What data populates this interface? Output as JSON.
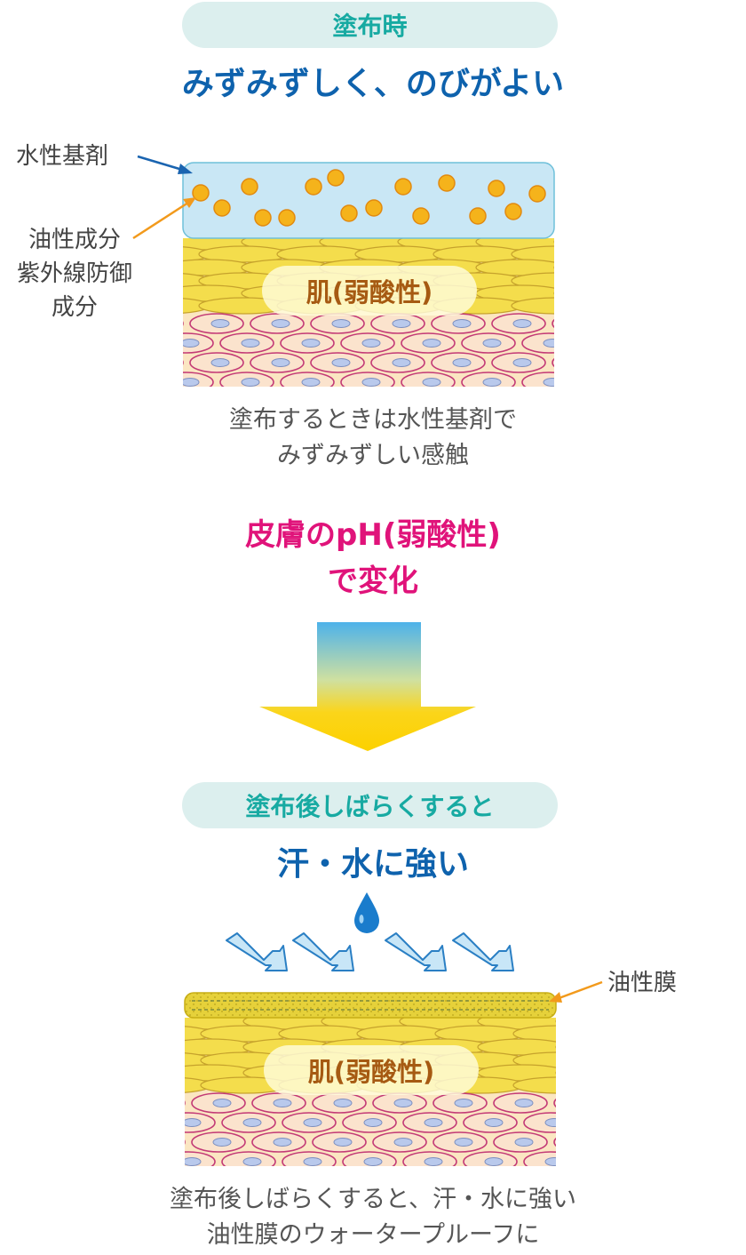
{
  "top": {
    "pill": "塗布時",
    "headline": "みずみずしく、のびがよい",
    "label_water": "水性基剤",
    "label_oil": [
      "油性成分",
      "紫外線防御",
      "成分"
    ],
    "skin_label": "肌(弱酸性)",
    "caption": [
      "塗布するときは水性基剤で",
      "みずみずしい感触"
    ]
  },
  "middle": {
    "change_text": [
      "皮膚のpH(弱酸性)",
      "で変化"
    ]
  },
  "bottom": {
    "pill": "塗布後しばらくすると",
    "headline": "汗・水に強い",
    "label_film": "油性膜",
    "skin_label": "肌(弱酸性)",
    "caption": [
      "塗布後しばらくすると、汗・水に強い",
      "油性膜のウォータープルーフに"
    ]
  },
  "colors": {
    "accent_teal": "#17aaa2",
    "headline_blue": "#0e62ad",
    "magenta": "#e0137a",
    "water_base": "#c9e7f5",
    "oil_dot": "#f5b31b",
    "skin_orange": "#a65a12"
  }
}
